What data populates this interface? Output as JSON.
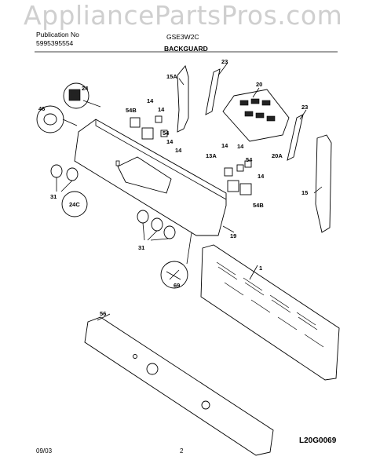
{
  "watermark": "AppliancePartsPros.com",
  "header": {
    "publication_label": "Publication No",
    "publication_number": "5995395554",
    "model": "GSE3W2C",
    "section_title": "BACKGUARD"
  },
  "diagram": {
    "code": "L20G0069",
    "part_labels": {
      "p1": "1",
      "p13a": "13A",
      "p14": "14",
      "p15": "15",
      "p15a": "15A",
      "p19": "19",
      "p20": "20",
      "p20a": "20A",
      "p23": "23",
      "p24": "24",
      "p24c": "24C",
      "p31": "31",
      "p46": "46",
      "p54": "54",
      "p54b": "54B",
      "p56": "56",
      "p69": "69"
    }
  },
  "footer": {
    "date": "09/03",
    "page": "2"
  }
}
